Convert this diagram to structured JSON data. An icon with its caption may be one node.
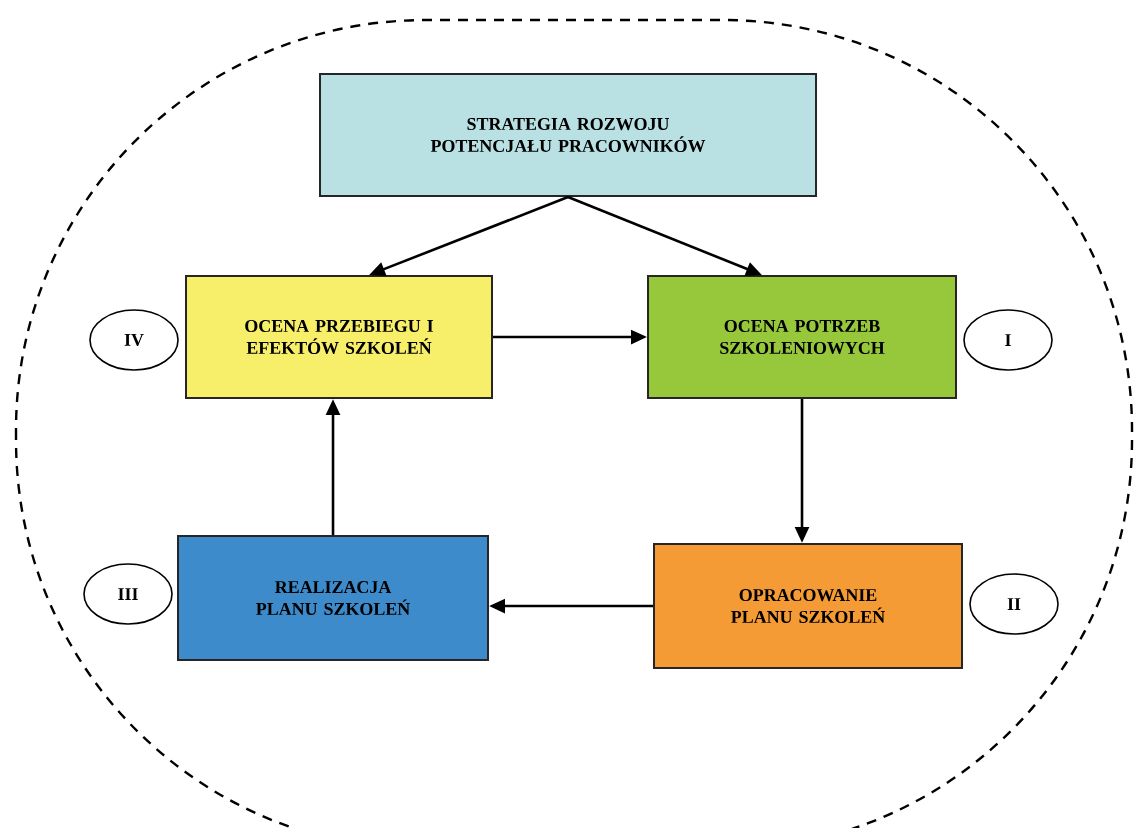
{
  "diagram": {
    "nodes": [
      {
        "text": [
          "STRATEGIA ROZWOJU POTENCJAŁU PRACOWNIKÓW"
        ]
      },
      {
        "text": [
          "IV"
        ]
      },
      {
        "text": [
          "OCENA PRZEBIEGU I EFEKTÓW SZKOLEŃ"
        ]
      },
      {
        "text": [
          "OCENA POTRZEB SZKOLENIOWYCH"
        ]
      },
      {
        "text": [
          "I"
        ]
      },
      {
        "text": [
          "III"
        ]
      },
      {
        "text": [
          "REALIZACJA PLANU SZKOLEŃ"
        ]
      },
      {
        "text": [
          "OPRACOWANIE PLANU SZKOLEŃ"
        ]
      },
      {
        "text": [
          "II"
        ]
      }
    ],
    "edges": [
      {
        "from": 0,
        "to": 2,
        "arrow": "to"
      },
      {
        "from": 0,
        "to": 3,
        "arrow": "to"
      },
      {
        "from": 2,
        "to": 3,
        "arrow": "to"
      },
      {
        "from": 3,
        "to": 7,
        "arrow": "to"
      },
      {
        "from": 7,
        "to": 6,
        "arrow": "to"
      },
      {
        "from": 6,
        "to": 2,
        "arrow": "to"
      }
    ]
  }
}
